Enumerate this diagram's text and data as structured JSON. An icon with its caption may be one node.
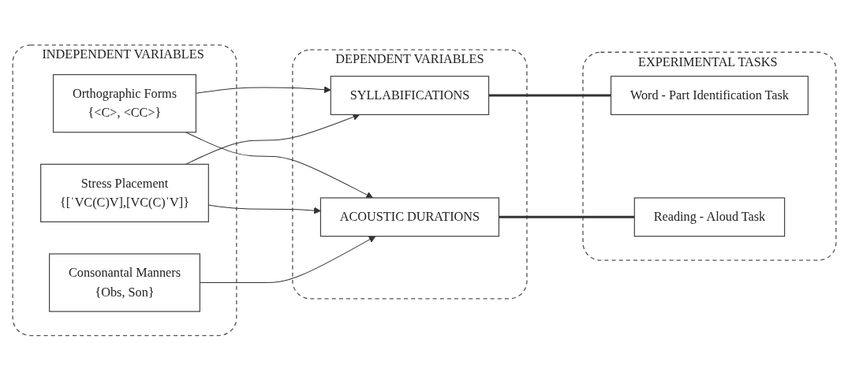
{
  "diagram": {
    "nodes": [
      {
        "text": [
          "INDEPENDENT VARIABLES"
        ]
      },
      {
        "text": [
          "Orthographic Forms",
          "{<C>, <CC>}"
        ],
        "in": 0
      },
      {
        "text": [
          "Stress Placement",
          "{[ˈVC(C)V],[VC(C)ˈV]}"
        ],
        "in": 0
      },
      {
        "text": [
          "Consonantal Manners",
          "{Obs, Son}"
        ],
        "in": 0
      },
      {
        "text": [
          "DEPENDENT VARIABLES"
        ]
      },
      {
        "text": [
          "SYLLABIFICATIONS"
        ],
        "in": 4
      },
      {
        "text": [
          "ACOUSTIC DURATIONS"
        ],
        "in": 4
      },
      {
        "text": [
          "EXPERIMENTAL TASKS"
        ]
      },
      {
        "text": [
          "Word - Part Identification Task"
        ],
        "in": 7
      },
      {
        "text": [
          "Reading - Aloud Task"
        ],
        "in": 7
      }
    ],
    "edges": [
      {
        "from": 1,
        "to": 5,
        "arrow": "to"
      },
      {
        "from": 1,
        "to": 6,
        "arrow": "to"
      },
      {
        "from": 2,
        "to": 5,
        "arrow": "to"
      },
      {
        "from": 2,
        "to": 6,
        "arrow": "to"
      },
      {
        "from": 3,
        "to": 6,
        "arrow": "to"
      },
      {
        "from": 5,
        "to": 8,
        "arrow": "none",
        "style": "thick"
      },
      {
        "from": 6,
        "to": 9,
        "arrow": "none",
        "style": "thick"
      }
    ]
  }
}
